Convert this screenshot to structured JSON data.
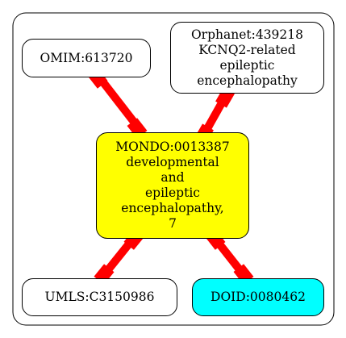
{
  "diagram": {
    "nodes": [
      {
        "id": "omim",
        "lines": [
          "OMIM:613720"
        ],
        "fill": "#ffffff"
      },
      {
        "id": "orphanet",
        "lines": [
          "Orphanet:439218",
          "KCNQ2-related",
          "epileptic",
          "encephalopathy"
        ],
        "fill": "#ffffff"
      },
      {
        "id": "mondo",
        "lines": [
          "MONDO:0013387",
          "developmental",
          "and",
          "epileptic",
          "encephalopathy,",
          "7"
        ],
        "fill": "#ffff00"
      },
      {
        "id": "umls",
        "lines": [
          "UMLS:C3150986"
        ],
        "fill": "#ffffff"
      },
      {
        "id": "doid",
        "lines": [
          "DOID:0080462"
        ],
        "fill": "#00ffff"
      }
    ],
    "edges": [
      {
        "from": "omim",
        "to": "mondo",
        "color": "#ff0000"
      },
      {
        "from": "orphanet",
        "to": "mondo",
        "color": "#ff0000"
      },
      {
        "from": "mondo",
        "to": "umls",
        "color": "#ff0000"
      },
      {
        "from": "mondo",
        "to": "doid",
        "color": "#ff0000"
      }
    ]
  }
}
